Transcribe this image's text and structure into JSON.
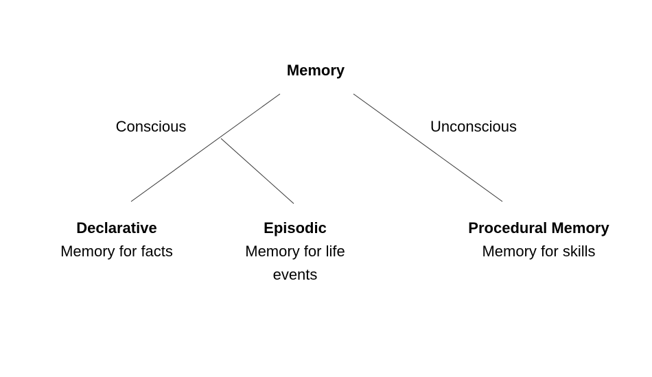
{
  "root": {
    "label": "Memory"
  },
  "edges": {
    "conscious": "Conscious",
    "unconscious": "Unconscious"
  },
  "nodes": {
    "declarative": {
      "title": "Declarative",
      "desc": "Memory for facts"
    },
    "episodic": {
      "title": "Episodic",
      "desc": "Memory for life events"
    },
    "procedural": {
      "title": "Procedural Memory",
      "desc": "Memory for skills"
    }
  },
  "colors": {
    "line": "#333333",
    "text": "#000000",
    "background": "#ffffff"
  }
}
